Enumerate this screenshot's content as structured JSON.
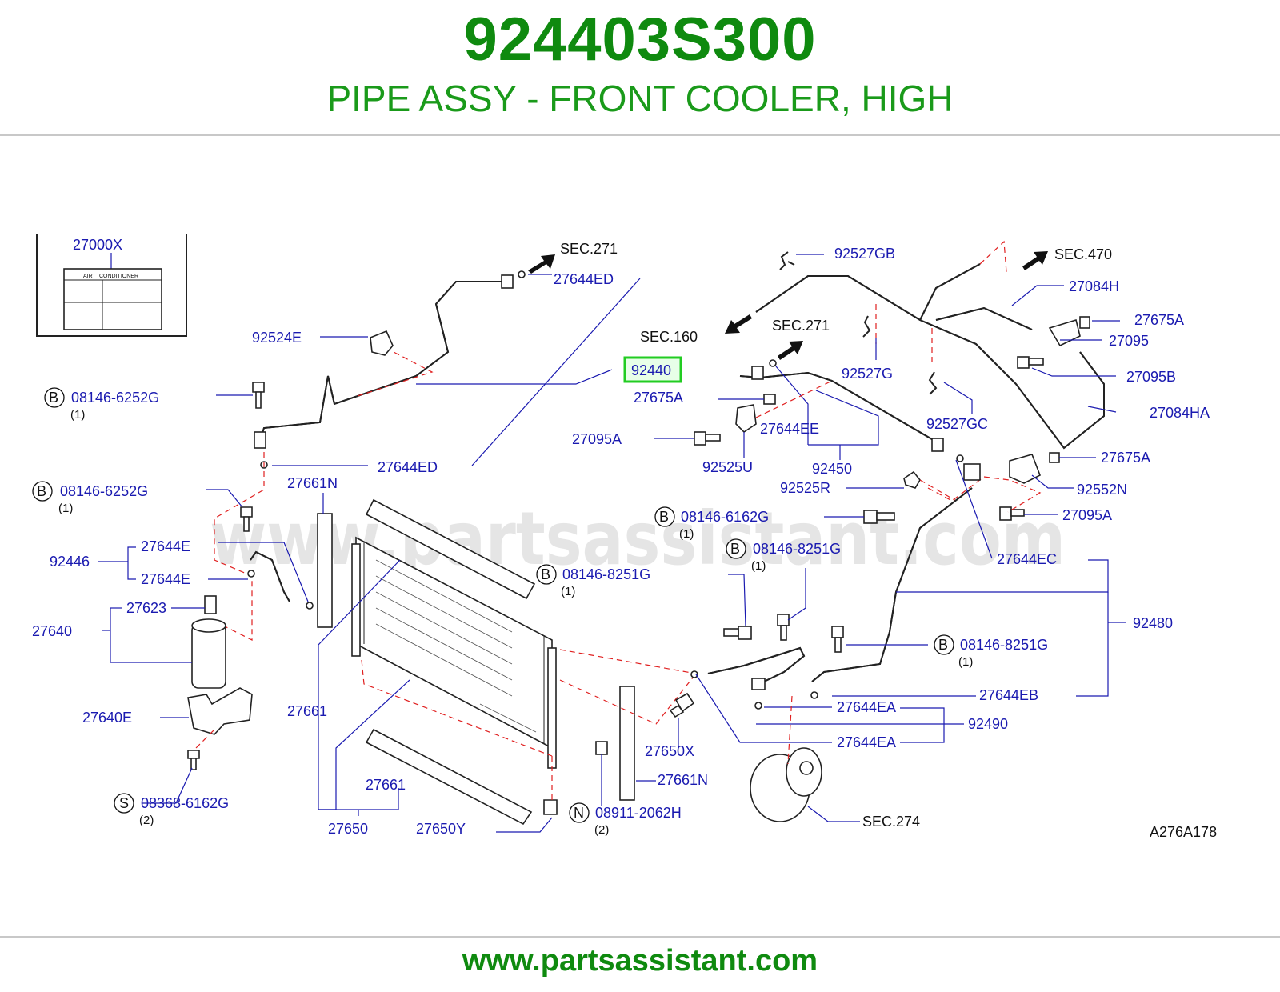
{
  "header": {
    "part_number": "924403S300",
    "title": "PIPE ASSY - FRONT COOLER, HIGH"
  },
  "footer": {
    "url": "www.partsassistant.com"
  },
  "watermark": "www.partsassistant.com",
  "colors": {
    "green": "#0f8a0f",
    "label_blue": "#1a1ab0",
    "dash_red": "#e02020",
    "highlight": "#22cc22"
  },
  "diagram": {
    "code": "A276A178",
    "highlighted": "92440",
    "label_card": {
      "title": "AIR",
      "subtitle": "CONDITIONER"
    },
    "labels": {
      "l27000X": "27000X",
      "l92524E": "92524E",
      "l27644ED_a": "27644ED",
      "l27644ED_b": "27644ED",
      "l92440": "92440",
      "l27675A_a": "27675A",
      "l27095A_a": "27095A",
      "l92525U": "92525U",
      "l27644EE": "27644EE",
      "l92450": "92450",
      "l92525R": "92525R",
      "l92527GB": "92527GB",
      "l92527G": "92527G",
      "l92527GC": "92527GC",
      "l27084H": "27084H",
      "l27675A_b": "27675A",
      "l27095": "27095",
      "l27095B": "27095B",
      "l27084HA": "27084HA",
      "l27675A_c": "27675A",
      "l92552N": "92552N",
      "l27095A_b": "27095A",
      "l27644EC": "27644EC",
      "l92480": "92480",
      "l27644EB": "27644EB",
      "l27644EA_a": "27644EA",
      "l92490": "92490",
      "l27644EA_b": "27644EA",
      "l27661N_a": "27661N",
      "l27661N_b": "27661N",
      "l92446": "92446",
      "l27644E_a": "27644E",
      "l27644E_b": "27644E",
      "l27623": "27623",
      "l27640": "27640",
      "l27640E": "27640E",
      "l27661_a": "27661",
      "l27661_b": "27661",
      "l27650": "27650",
      "l27650Y": "27650Y",
      "l27650X": "27650X",
      "b1": "08146-6252G",
      "b2": "08146-6252G",
      "b3": "08146-8251G",
      "b4": "08146-6162G",
      "b5": "08146-8251G",
      "b6": "08146-8251G",
      "s1": "08368-6162G",
      "n1": "08911-2062H"
    },
    "symbols": {
      "b": "B",
      "s": "S",
      "n": "N"
    },
    "quantities": {
      "q1": "(1)",
      "q2": "(2)"
    },
    "sections": {
      "sec271_a": "SEC.271",
      "sec271_b": "SEC.271",
      "sec160": "SEC.160",
      "sec470": "SEC.470",
      "sec274": "SEC.274"
    }
  }
}
